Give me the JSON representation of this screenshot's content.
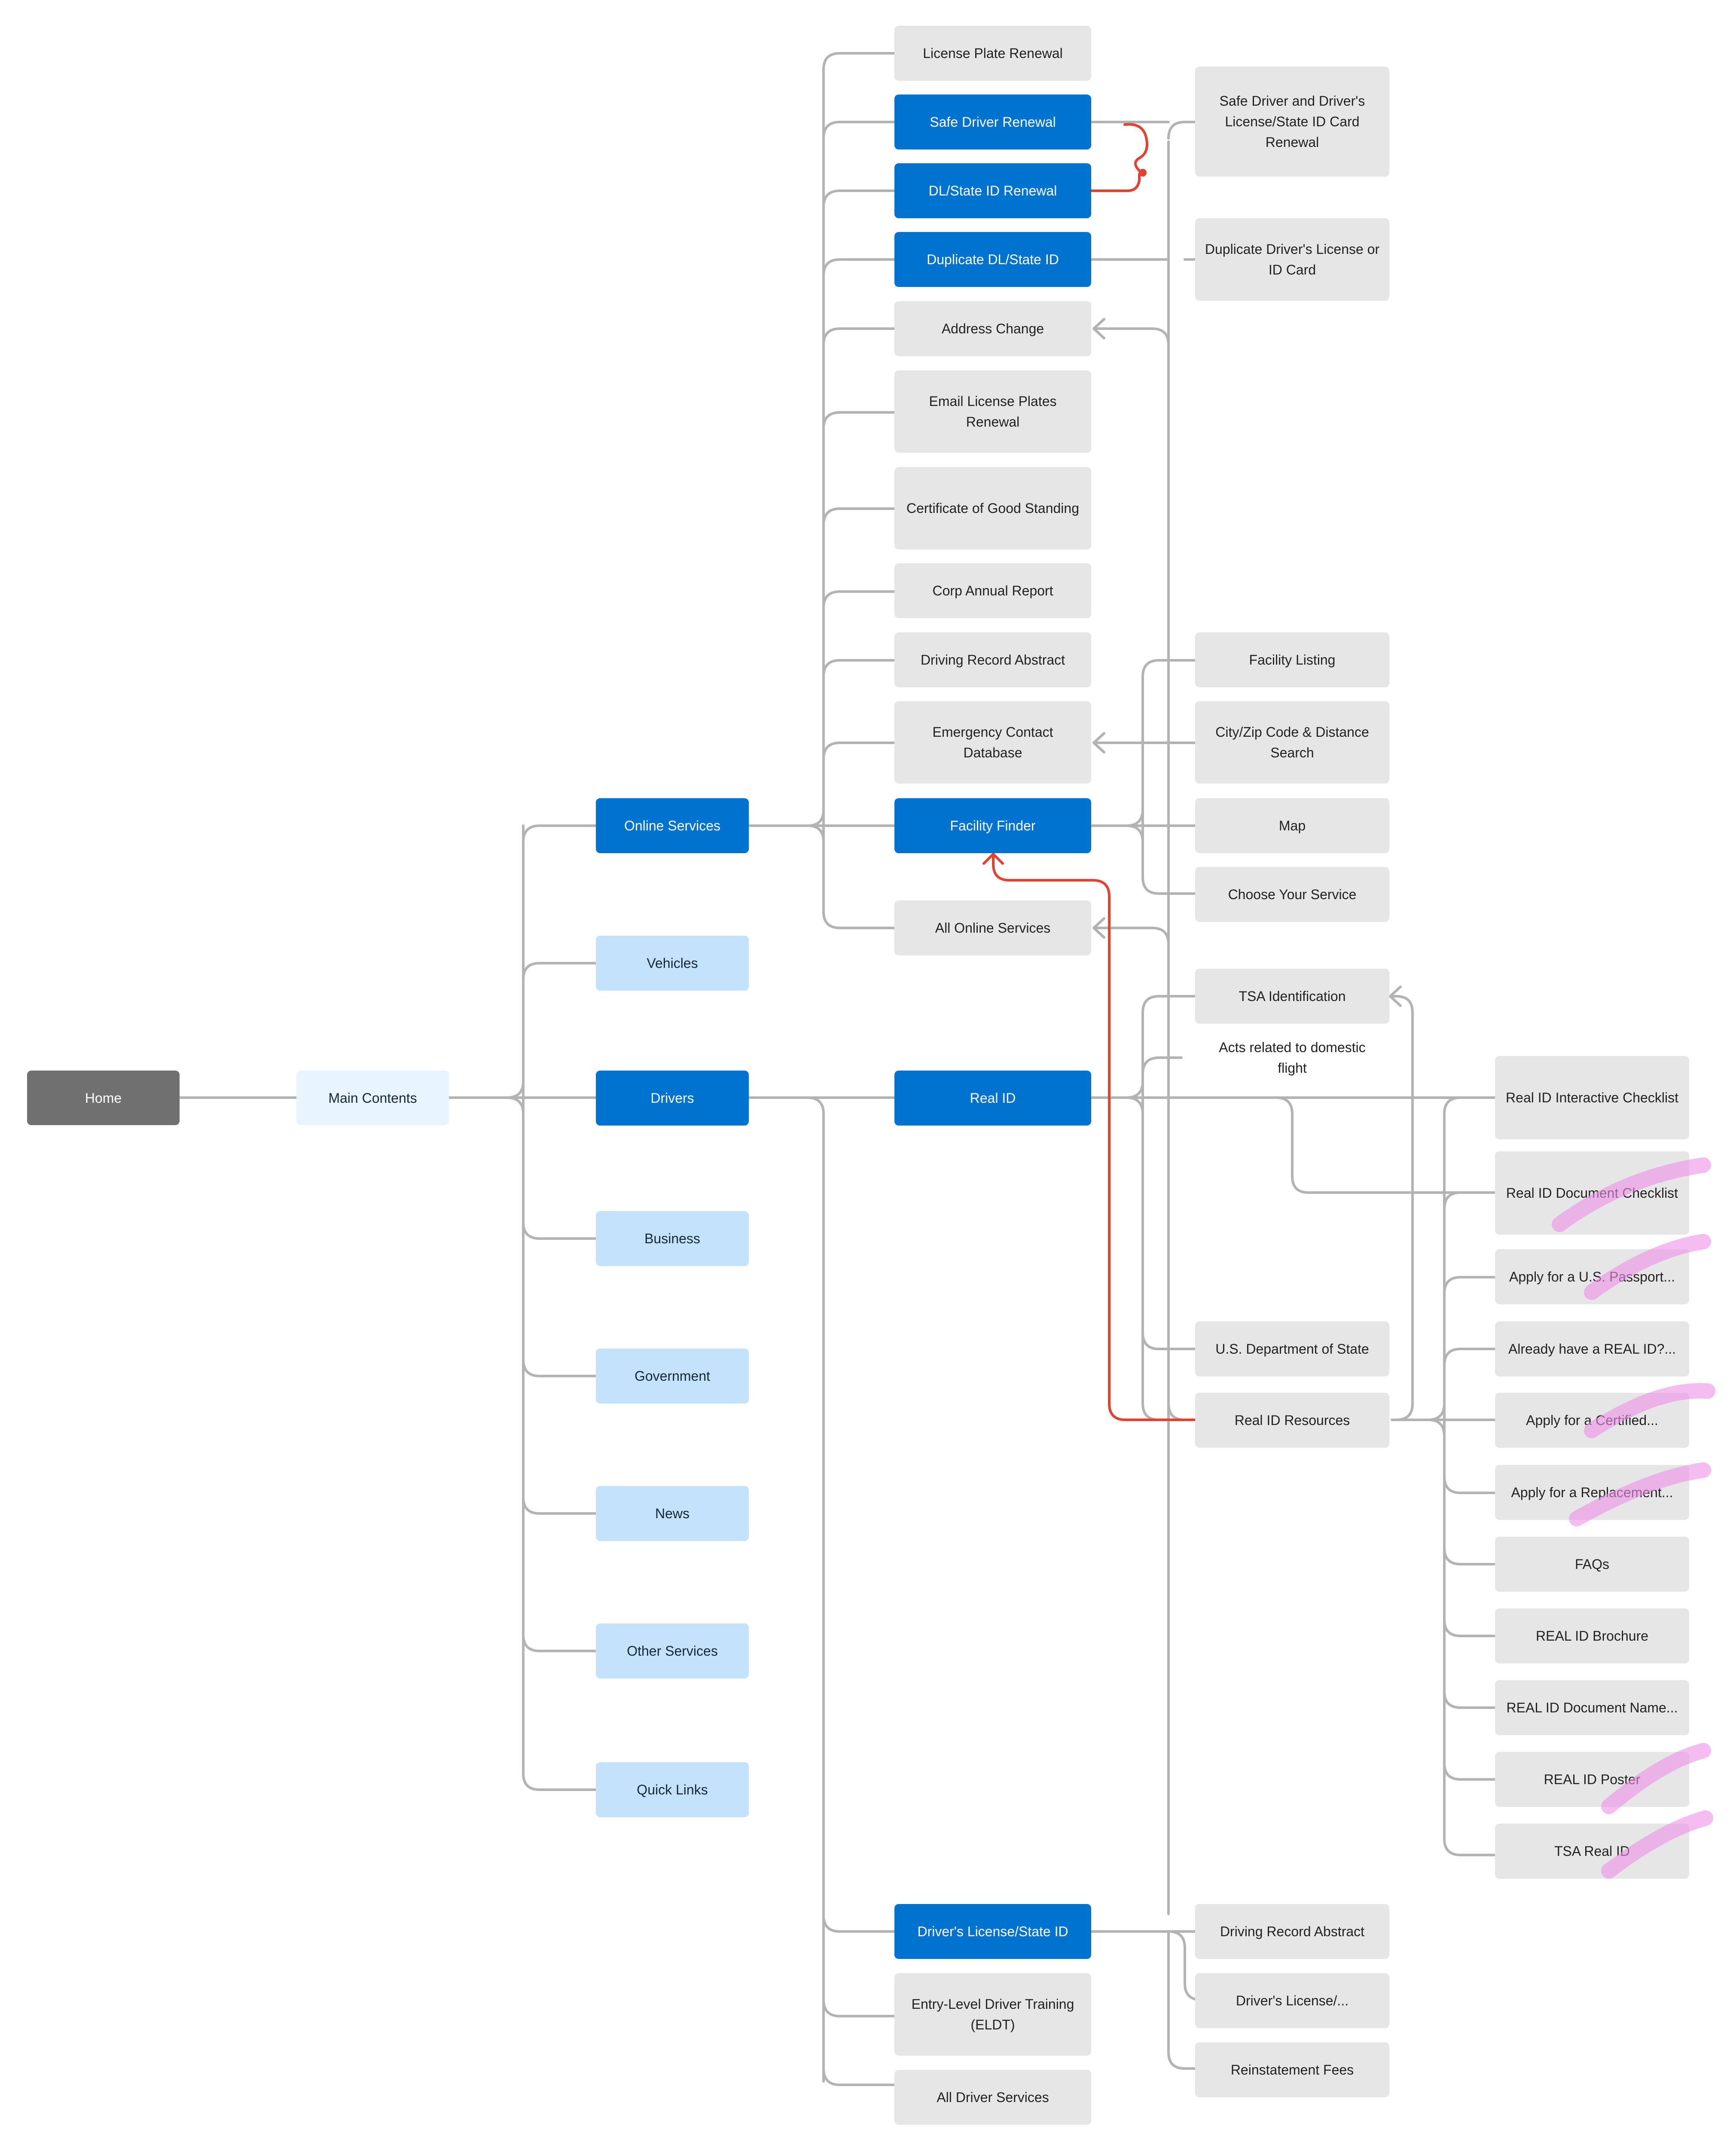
{
  "nodes": {
    "home": "Home",
    "main_contents": "Main Contents",
    "online_services": "Online Services",
    "vehicles": "Vehicles",
    "drivers": "Drivers",
    "business": "Business",
    "government": "Government",
    "news": "News",
    "other_services": "Other Services",
    "quick_links": "Quick Links",
    "license_plate_renewal": "License Plate Renewal",
    "safe_driver_renewal": "Safe Driver Renewal",
    "dl_state_id_renewal": "DL/State ID Renewal",
    "duplicate_dl_state_id": "Duplicate DL/State ID",
    "address_change": "Address Change",
    "email_license_plates_renewal": "Email License Plates Renewal",
    "certificate_of_good_standing": "Certificate of Good Standing",
    "corp_annual_report": "Corp Annual Report",
    "driving_record_abstract": "Driving Record Abstract",
    "emergency_contact_database": "Emergency Contact Database",
    "facility_finder": "Facility Finder",
    "all_online_services": "All Online Services",
    "real_id": "Real ID",
    "drivers_license_state_id": "Driver's License/State ID",
    "entry_level_driver_training": "Entry-Level Driver Training (ELDT)",
    "all_driver_services": "All Driver Services",
    "safe_driver_and_dl_renewal": "Safe Driver and Driver's License/State ID Card Renewal",
    "duplicate_drivers_license_or_id": "Duplicate Driver's License or ID Card",
    "facility_listing": "Facility Listing",
    "city_zip_distance_search": "City/Zip Code & Distance Search",
    "map": "Map",
    "choose_your_service": "Choose Your Service",
    "tsa_identification": "TSA Identification",
    "acts_domestic_flight": "Acts related to domestic flight",
    "us_department_of_state": "U.S. Department of State",
    "real_id_resources": "Real ID Resources",
    "driving_record_abstract_2": "Driving Record Abstract",
    "drivers_license_truncated": "Driver's License/...",
    "reinstatement_fees": "Reinstatement Fees",
    "real_id_interactive_checklist": "Real ID Interactive Checklist",
    "real_id_document_checklist": "Real ID Document Checklist",
    "apply_us_passport": "Apply for a U.S. Passport...",
    "already_have_real_id": "Already have a REAL ID?...",
    "apply_certified": "Apply for a Certified...",
    "apply_replacement": "Apply for a Replacement...",
    "faqs": "FAQs",
    "real_id_brochure": "REAL ID Brochure",
    "real_id_document_name": "REAL ID Document Name...",
    "real_id_poster": "REAL ID Poster",
    "tsa_real_id": "TSA Real ID"
  },
  "colors": {
    "connector": "#b3b3b3",
    "annotation_red": "#e6402f",
    "highlight_pink": "#ec8fe6",
    "blue": "#0073d1",
    "light_blue": "#c4e2fc",
    "lighter_blue": "#e8f4ff",
    "gray": "#e6e6e6",
    "dark_gray": "#707070"
  }
}
